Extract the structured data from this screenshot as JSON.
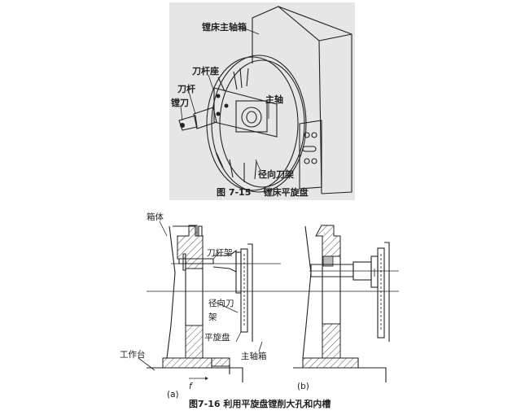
{
  "figure_top": {
    "labels": {
      "spindle_box": "镗床主轴箱",
      "tool_bar_seat": "刀杆座",
      "tool_bar": "刀杆",
      "boring_tool": "镗刀",
      "spindle": "主轴",
      "radial_tool_holder": "径向刀架"
    },
    "caption": "图 7-15    镗床平旋盘"
  },
  "figure_bottom": {
    "labels": {
      "box_body": "箱体",
      "tool_bar_holder": "刀杆架",
      "radial_tool_holder_1": "径向刀",
      "radial_tool_holder_2": "架",
      "facing_head": "平旋盘",
      "spindle_box": "主轴箱",
      "worktable": "工作台",
      "feed": "f",
      "sub_a": "(a)",
      "sub_b": "(b)"
    },
    "caption": "图7-16 利用平旋盘镗削大孔和内槽"
  }
}
